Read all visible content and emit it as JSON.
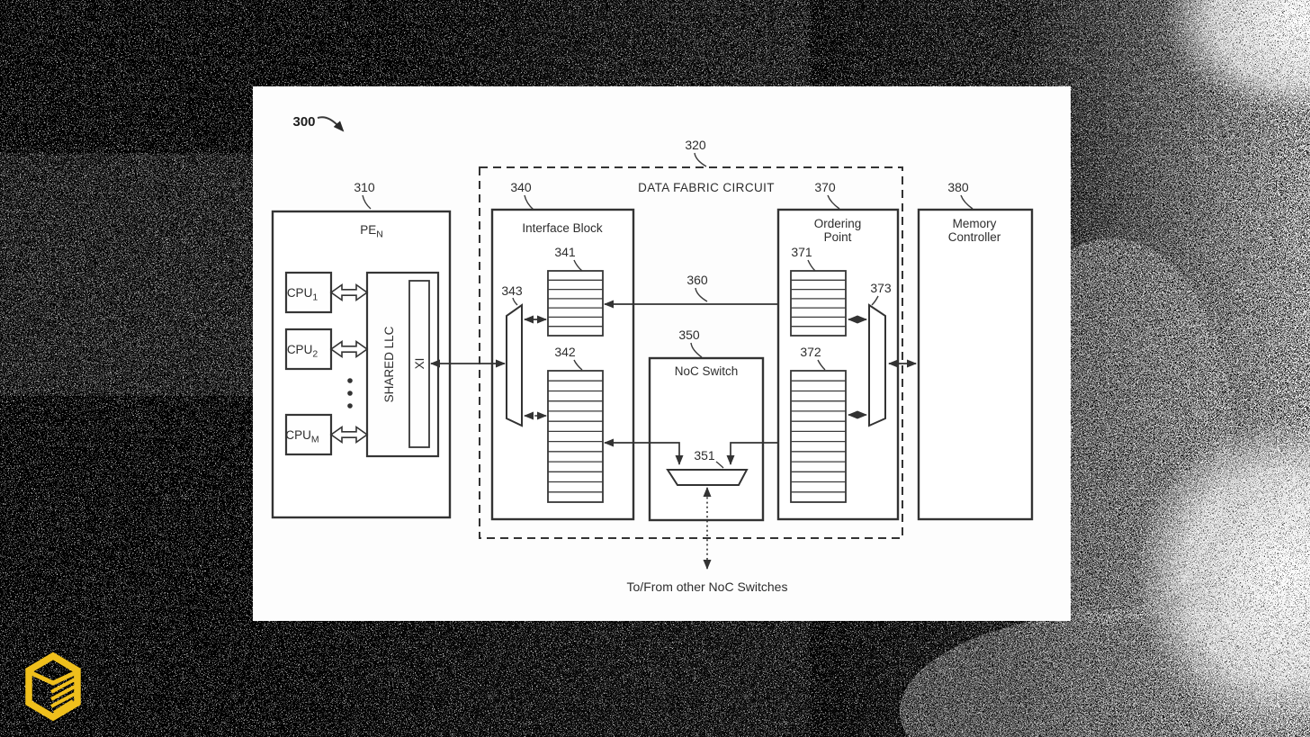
{
  "colors": {
    "background": "#020202",
    "paper": "#fdfdfd",
    "line": "#333333",
    "logo_yellow": "#efbf1c"
  },
  "figure": {
    "ref_label": "300",
    "pe": {
      "ref": "310",
      "title": "PE",
      "title_sub": "N",
      "cpus": [
        {
          "label": "CPU",
          "sub": "1"
        },
        {
          "label": "CPU",
          "sub": "2"
        },
        {
          "label": "CPU",
          "sub": "M"
        }
      ],
      "llc": "SHARED LLC",
      "xi": "XI"
    },
    "fabric": {
      "ref": "320",
      "title": "DATA FABRIC CIRCUIT"
    },
    "interface": {
      "ref": "340",
      "title": "Interface Block",
      "queue_a_ref": "341",
      "queue_b_ref": "342",
      "mux_ref": "343"
    },
    "noc": {
      "ref": "350",
      "title": "NoC Switch",
      "mux_ref": "351"
    },
    "bus": {
      "ref": "360"
    },
    "ordering": {
      "ref": "370",
      "title_line1": "Ordering",
      "title_line2": "Point",
      "queue_a_ref": "371",
      "queue_b_ref": "372",
      "mux_ref": "373"
    },
    "memory": {
      "ref": "380",
      "title_line1": "Memory",
      "title_line2": "Controller"
    },
    "bottom_note": "To/From other NoC Switches"
  }
}
